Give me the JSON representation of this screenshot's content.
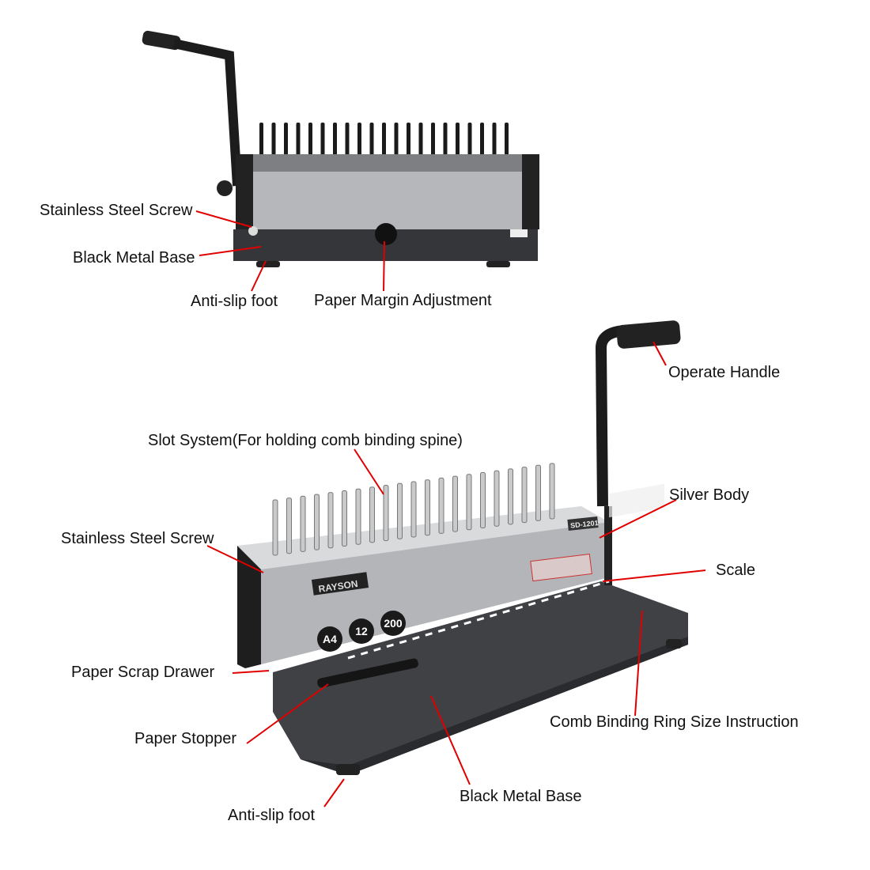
{
  "labels": {
    "top_screw": "Stainless Steel Screw",
    "top_base": "Black Metal Base",
    "top_foot": "Anti-slip foot",
    "top_margin": "Paper Margin Adjustment",
    "handle": "Operate Handle",
    "slot": "Slot System(For holding comb binding spine)",
    "body": "Silver Body",
    "screw": "Stainless Steel Screw",
    "scale": "Scale",
    "drawer": "Paper Scrap Drawer",
    "stopper": "Paper Stopper",
    "ring": "Comb Binding Ring Size Instruction",
    "base": "Black Metal Base",
    "foot": "Anti-slip foot"
  },
  "machine": {
    "brand": "RAYSON",
    "model": "SD-1201",
    "badges": [
      "A4",
      "12",
      "200"
    ]
  },
  "colors": {
    "leader": "#e00000",
    "silver": "#b8babd",
    "base": "#3c3d40"
  }
}
